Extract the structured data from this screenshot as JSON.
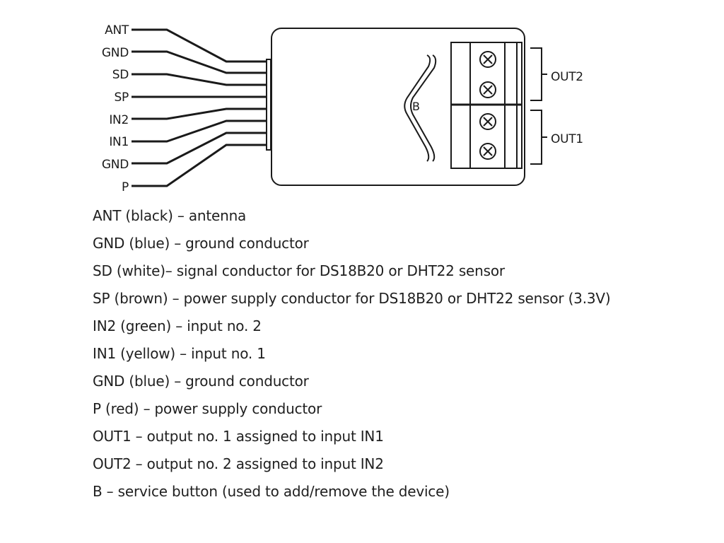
{
  "diagram": {
    "wire_labels": [
      "ANT",
      "GND",
      "SD",
      "SP",
      "IN2",
      "IN1",
      "GND",
      "P"
    ],
    "output_labels": {
      "out2": "OUT2",
      "out1": "OUT1"
    },
    "button_label": "B"
  },
  "legend": [
    "ANT (black) – antenna",
    "GND (blue) – ground conductor",
    "SD (white)– signal conductor for DS18B20 or DHT22 sensor",
    "SP (brown) – power supply conductor for DS18B20 or DHT22 sensor (3.3V)",
    "IN2 (green) – input no. 2",
    "IN1 (yellow) – input no. 1",
    "GND (blue) – ground conductor",
    "P (red) – power supply conductor",
    "OUT1 – output no. 1 assigned to input IN1",
    "OUT2 – output no. 2 assigned to input IN2",
    "B – service button (used to add/remove the device)"
  ]
}
